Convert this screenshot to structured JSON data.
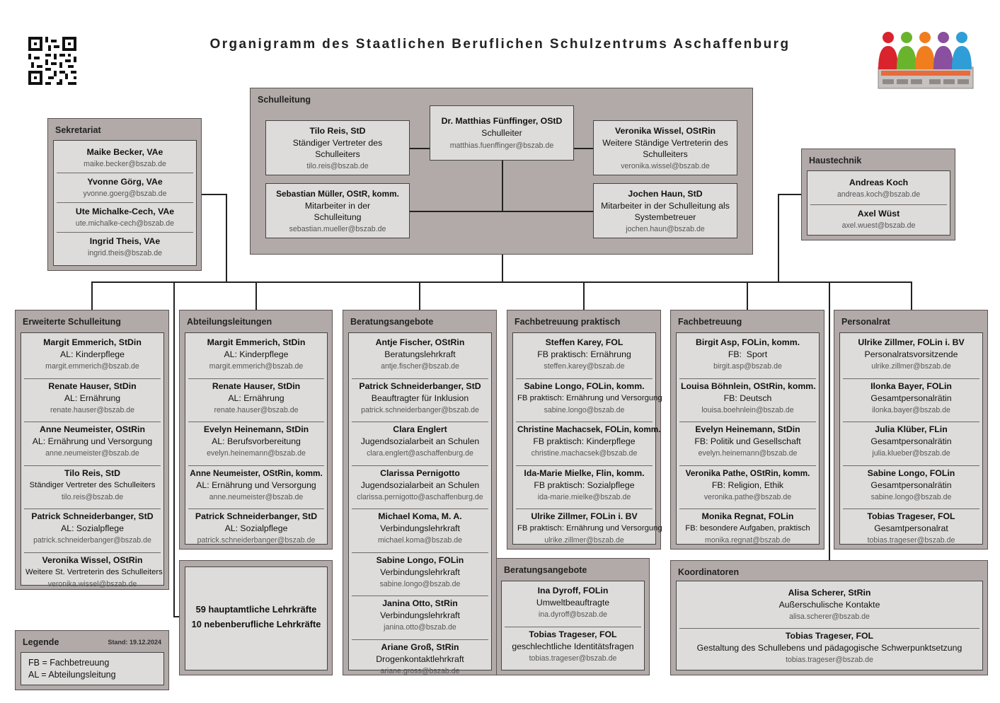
{
  "title": "Organigramm des Staatlichen Beruflichen Schulzentrums Aschaffenburg",
  "schulleitung": {
    "label": "Schulleitung",
    "leiter": {
      "name": "Dr. Matthias Fünffinger, OStD",
      "role": "Schulleiter",
      "email": "matthias.fuenffinger@bszab.de"
    },
    "vertreter1": {
      "name": "Tilo Reis, StD",
      "role": "Ständiger Vertreter des Schulleiters",
      "email": "tilo.reis@bszab.de"
    },
    "vertreter2": {
      "name": "Veronika Wissel, OStRin",
      "role": "Weitere Ständige Vertreterin des Schulleiters",
      "email": "veronika.wissel@bszab.de"
    },
    "mitarbeiter1": {
      "name": "Sebastian Müller, OStR, komm.",
      "role": "Mitarbeiter in der Schulleitung",
      "email": "sebastian.mueller@bszab.de"
    },
    "mitarbeiter2": {
      "name": "Jochen Haun, StD",
      "role": "Mitarbeiter in der Schulleitung als Systembetreuer",
      "email": "jochen.haun@bszab.de"
    }
  },
  "sekretariat": {
    "label": "Sekretariat",
    "members": [
      {
        "name": "Maike Becker, VAe",
        "email": "maike.becker@bszab.de"
      },
      {
        "name": "Yvonne Görg, VAe",
        "email": "yvonne.goerg@bszab.de"
      },
      {
        "name": "Ute Michalke-Cech, VAe",
        "email": "ute.michalke-cech@bszab.de"
      },
      {
        "name": "Ingrid Theis, VAe",
        "email": "ingrid.theis@bszab.de"
      }
    ]
  },
  "haustechnik": {
    "label": "Haustechnik",
    "members": [
      {
        "name": "Andreas Koch",
        "email": "andreas.koch@bszab.de"
      },
      {
        "name": "Axel Wüst",
        "email": "axel.wuest@bszab.de"
      }
    ]
  },
  "erweiterte": {
    "label": "Erweiterte Schulleitung",
    "members": [
      {
        "name": "Margit Emmerich, StDin",
        "role": "AL: Kinderpflege",
        "email": "margit.emmerich@bszab.de"
      },
      {
        "name": "Renate Hauser, StDin",
        "role": "AL: Ernährung",
        "email": "renate.hauser@bszab.de"
      },
      {
        "name": "Anne Neumeister, OStRin",
        "role": "AL: Ernährung und Versorgung",
        "email": "anne.neumeister@bszab.de"
      },
      {
        "name": "Tilo Reis, StD",
        "role": "Ständiger Vertreter des Schulleiters",
        "email": "tilo.reis@bszab.de"
      },
      {
        "name": "Patrick Schneiderbanger, StD",
        "role": "AL: Sozialpflege",
        "email": "patrick.schneiderbanger@bszab.de"
      },
      {
        "name": "Veronika Wissel, OStRin",
        "role": "Weitere St. Vertreterin des Schulleiters",
        "email": "veronika.wissel@bszab.de"
      }
    ]
  },
  "abteilung": {
    "label": "Abteilungsleitungen",
    "members": [
      {
        "name": "Margit Emmerich, StDin",
        "role": "AL: Kinderpflege",
        "email": "margit.emmerich@bszab.de"
      },
      {
        "name": "Renate Hauser, StDin",
        "role": "AL: Ernährung",
        "email": "renate.hauser@bszab.de"
      },
      {
        "name": "Evelyn Heinemann, StDin",
        "role": "AL: Berufsvorbereitung",
        "email": "evelyn.heinemann@bszab.de"
      },
      {
        "name": "Anne Neumeister, OStRin, komm.",
        "role": "AL: Ernährung und Versorgung",
        "email": "anne.neumeister@bszab.de"
      },
      {
        "name": "Patrick Schneiderbanger, StD",
        "role": "AL: Sozialpflege",
        "email": "patrick.schneiderbanger@bszab.de"
      }
    ]
  },
  "stats": {
    "line1": "59 hauptamtliche Lehrkräfte",
    "line2": "10 nebenberufliche Lehrkräfte"
  },
  "beratung": {
    "label": "Beratungsangebote",
    "members": [
      {
        "name": "Antje Fischer, OStRin",
        "role": "Beratungslehrkraft",
        "email": "antje.fischer@bszab.de"
      },
      {
        "name": "Patrick Schneiderbanger, StD",
        "role": "Beauftragter für Inklusion",
        "email": "patrick.schneiderbanger@bszab.de"
      },
      {
        "name": "Clara Englert",
        "role": "Jugendsozialarbeit an Schulen",
        "email": "clara.englert@aschaffenburg.de"
      },
      {
        "name": "Clarissa Pernigotto",
        "role": "Jugendsozialarbeit an Schulen",
        "email": "clarissa.pernigotto@aschaffenburg.de"
      },
      {
        "name": "Michael Koma, M. A.",
        "role": "Verbindungslehrkraft",
        "email": "michael.koma@bszab.de"
      },
      {
        "name": "Sabine Longo, FOLin",
        "role": "Verbindungslehrkraft",
        "email": "sabine.longo@bszab.de"
      },
      {
        "name": "Janina Otto, StRin",
        "role": "Verbindungslehrkraft",
        "email": "janina.otto@bszab.de"
      },
      {
        "name": "Ariane Groß, StRin",
        "role": "Drogenkontaktlehrkraft",
        "email": "ariane.gross@bszab.de"
      }
    ]
  },
  "beratung2": {
    "label": "Beratungsangebote",
    "members": [
      {
        "name": "Ina Dyroff, FOLin",
        "role": "Umweltbeauftragte",
        "email": "ina.dyroff@bszab.de"
      },
      {
        "name": "Tobias Trageser, FOL",
        "role": "geschlechtliche Identitätsfragen",
        "email": "tobias.trageser@bszab.de"
      }
    ]
  },
  "fachprakt": {
    "label": "Fachbetreuung praktisch",
    "members": [
      {
        "name": "Steffen Karey, FOL",
        "role": "FB praktisch: Ernährung",
        "email": "steffen.karey@bszab.de"
      },
      {
        "name": "Sabine Longo, FOLin, komm.",
        "role": "FB praktisch: Ernährung und Versorgung",
        "email": "sabine.longo@bszab.de"
      },
      {
        "name": "Christine Machacsek, FOLin, komm.",
        "role": "FB praktisch: Kinderpflege",
        "email": "christine.machacsek@bszab.de"
      },
      {
        "name": "Ida-Marie Mielke, Flin, komm.",
        "role": "FB praktisch: Sozialpflege",
        "email": "ida-marie.mielke@bszab.de"
      },
      {
        "name": "Ulrike Zillmer, FOLin i. BV",
        "role": "FB praktisch: Ernährung und Versorgung",
        "email": "ulrike.zillmer@bszab.de"
      }
    ]
  },
  "fach": {
    "label": "Fachbetreuung",
    "members": [
      {
        "name": "Birgit Asp, FOLin, komm.",
        "role": "FB:  Sport",
        "email": "birgit.asp@bszab.de"
      },
      {
        "name": "Louisa Böhnlein, OStRin, komm.",
        "role": "FB: Deutsch",
        "email": "louisa.boehnlein@bszab.de"
      },
      {
        "name": "Evelyn Heinemann, StDin",
        "role": "FB: Politik und Gesellschaft",
        "email": "evelyn.heinemann@bszab.de"
      },
      {
        "name": "Veronika Pathe, OStRin, komm.",
        "role": "FB: Religion, Ethik",
        "email": "veronika.pathe@bszab.de"
      },
      {
        "name": "Monika Regnat, FOLin",
        "role": "FB: besondere Aufgaben, praktisch",
        "email": "monika.regnat@bszab.de"
      }
    ]
  },
  "personalrat": {
    "label": "Personalrat",
    "members": [
      {
        "name": "Ulrike Zillmer, FOLin i. BV",
        "role": "Personalratsvorsitzende",
        "email": "ulrike.zillmer@bszab.de"
      },
      {
        "name": "Ilonka Bayer, FOLin",
        "role": "Gesamtpersonalrätin",
        "email": "ilonka.bayer@bszab.de"
      },
      {
        "name": "Julia Klüber, FLin",
        "role": "Gesamtpersonalrätin",
        "email": "julia.klueber@bszab.de"
      },
      {
        "name": "Sabine Longo, FOLin",
        "role": "Gesamtpersonalrätin",
        "email": "sabine.longo@bszab.de"
      },
      {
        "name": "Tobias Trageser, FOL",
        "role": "Gesamtpersonalrat",
        "email": "tobias.trageser@bszab.de"
      }
    ]
  },
  "koord": {
    "label": "Koordinatoren",
    "members": [
      {
        "name": "Alisa Scherer, StRin",
        "role": "Außerschulische Kontakte",
        "email": "alisa.scherer@bszab.de"
      },
      {
        "name": "Tobias Trageser, FOL",
        "role": "Gestaltung des Schullebens und pädagogische Schwerpunktsetzung",
        "email": "tobias.trageser@bszab.de"
      }
    ]
  },
  "legende": {
    "label": "Legende",
    "date": "Stand: 19.12.2024",
    "items": [
      "FB = Fachbetreuung",
      "AL = Abteilungsleitung"
    ]
  },
  "logo": {
    "icon": "school-people-logo",
    "colors": [
      "#d9232d",
      "#6ab42d",
      "#f07d1e",
      "#8a4f9e",
      "#2f9ed6"
    ]
  },
  "qr": {
    "icon": "qr-code-icon"
  }
}
